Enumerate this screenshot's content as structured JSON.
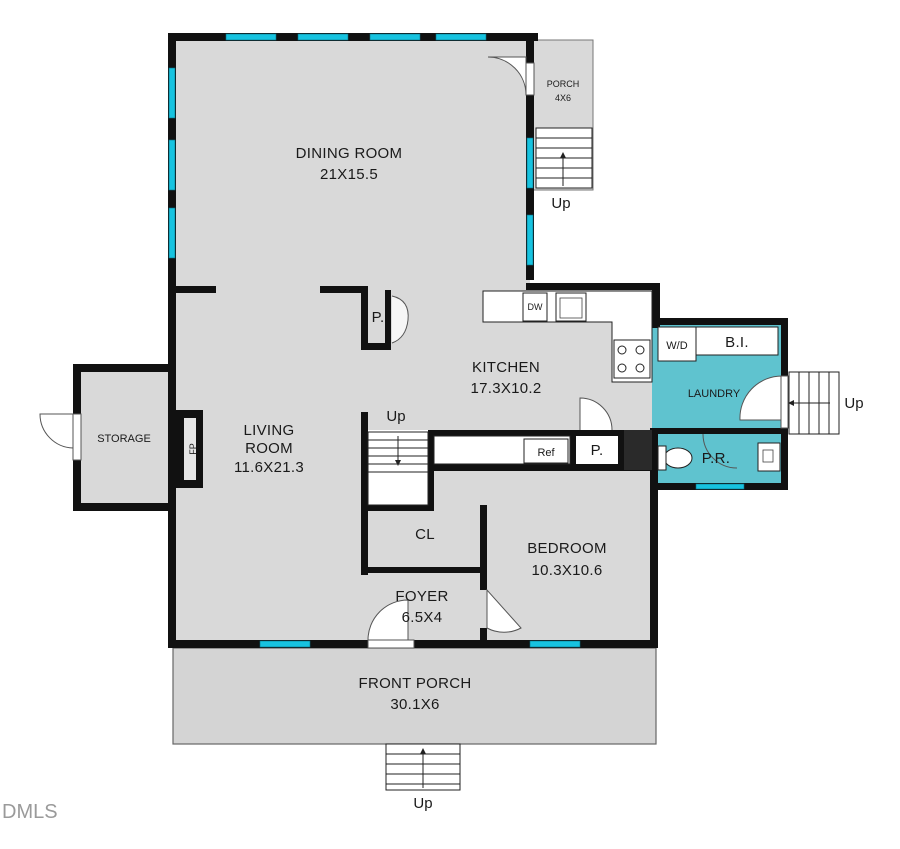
{
  "rooms": {
    "dining": {
      "name": "DINING ROOM",
      "dims": "21X15.5"
    },
    "porch_small": {
      "name": "PORCH",
      "dims": "4X6"
    },
    "kitchen": {
      "name": "KITCHEN",
      "dims": "17.3X10.2"
    },
    "living": {
      "name": "LIVING",
      "name2": "ROOM",
      "dims": "11.6X21.3"
    },
    "storage": {
      "name": "STORAGE"
    },
    "laundry": {
      "name": "LAUNDRY"
    },
    "bedroom": {
      "name": "BEDROOM",
      "dims": "10.3X10.6"
    },
    "foyer": {
      "name": "FOYER",
      "dims": "6.5X4"
    },
    "front_porch": {
      "name": "FRONT PORCH",
      "dims": "30.1X6"
    },
    "closet": {
      "name": "CL"
    },
    "powder_room": {
      "name": "P.R."
    },
    "pantry_upper": {
      "name": "P."
    },
    "pantry_lower": {
      "name": "P."
    },
    "built_in": {
      "name": "B.I."
    }
  },
  "fixtures": {
    "dishwasher": "DW",
    "washer_dryer": "W/D",
    "refrigerator": "Ref",
    "fireplace": "FP"
  },
  "stairs": {
    "porch_up": "Up",
    "interior_up": "Up",
    "laundry_up": "Up",
    "front_up": "Up"
  },
  "watermark": "DMLS",
  "colors": {
    "wall": "#111111",
    "floor": "#d9d9d9",
    "laundry_highlight": "#5fc3cf",
    "window": "#17c3e0"
  }
}
